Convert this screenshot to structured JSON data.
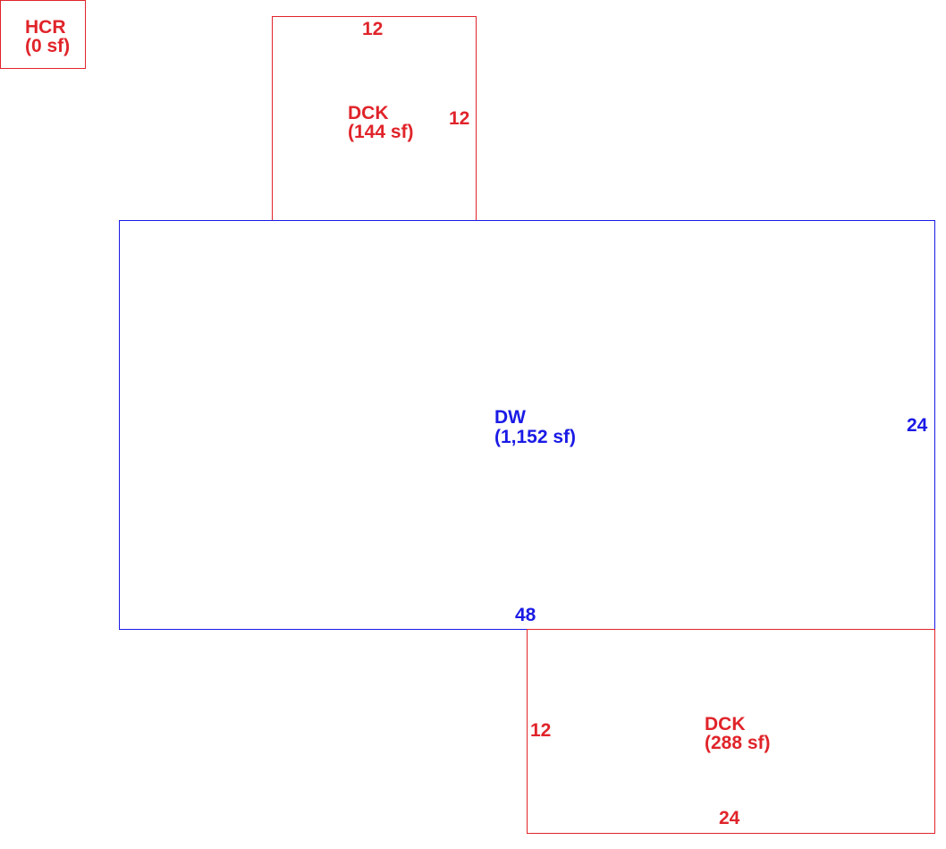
{
  "colors": {
    "deck": "#e0242a",
    "dwelling": "#1a1ae6",
    "background": "#ffffff"
  },
  "sketch": {
    "hcr": {
      "code": "HCR",
      "area": "(0 sf)"
    },
    "deck_top": {
      "code": "DCK",
      "area": "(144 sf)",
      "dim_top": "12",
      "dim_right": "12"
    },
    "dwelling": {
      "code": "DW",
      "area": "(1,152 sf)",
      "dim_right": "24",
      "dim_bottom": "48"
    },
    "deck_bottom": {
      "code": "DCK",
      "area": "(288 sf)",
      "dim_left": "12",
      "dim_bottom": "24"
    }
  }
}
